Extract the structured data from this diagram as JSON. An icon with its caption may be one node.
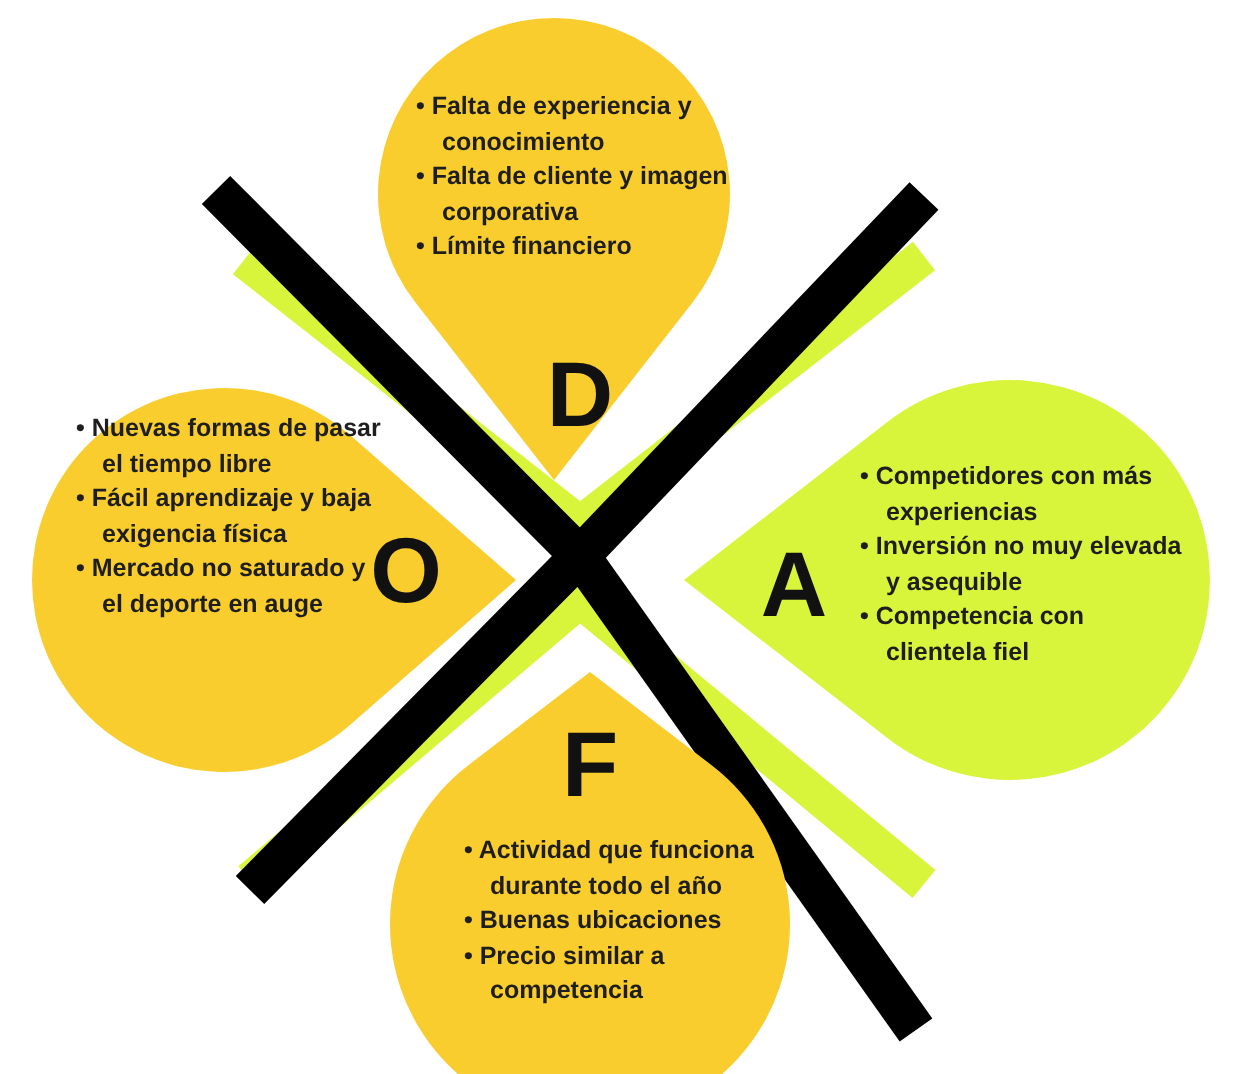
{
  "diagram": {
    "nodes": [
      {
        "text": [
          "• Falta de experiencia y conocimiento",
          "• Falta de cliente y imagen corporativa",
          "• Límite financiero",
          "D"
        ]
      },
      {
        "text": [
          "• Nuevas formas de pasar el tiempo libre",
          "• Fácil aprendizaje y baja exigencia física",
          "• Mercado no saturado y el deporte en auge",
          "O"
        ]
      },
      {
        "text": [
          "A",
          "• Competidores con más experiencias",
          "• Inversión no muy elevada y asequible",
          "• Competencia con clientela fiel"
        ]
      },
      {
        "text": [
          "F",
          "• Actividad que funciona durante todo el año",
          "• Buenas ubicaciones",
          "• Precio similar a competencia"
        ]
      }
    ]
  }
}
